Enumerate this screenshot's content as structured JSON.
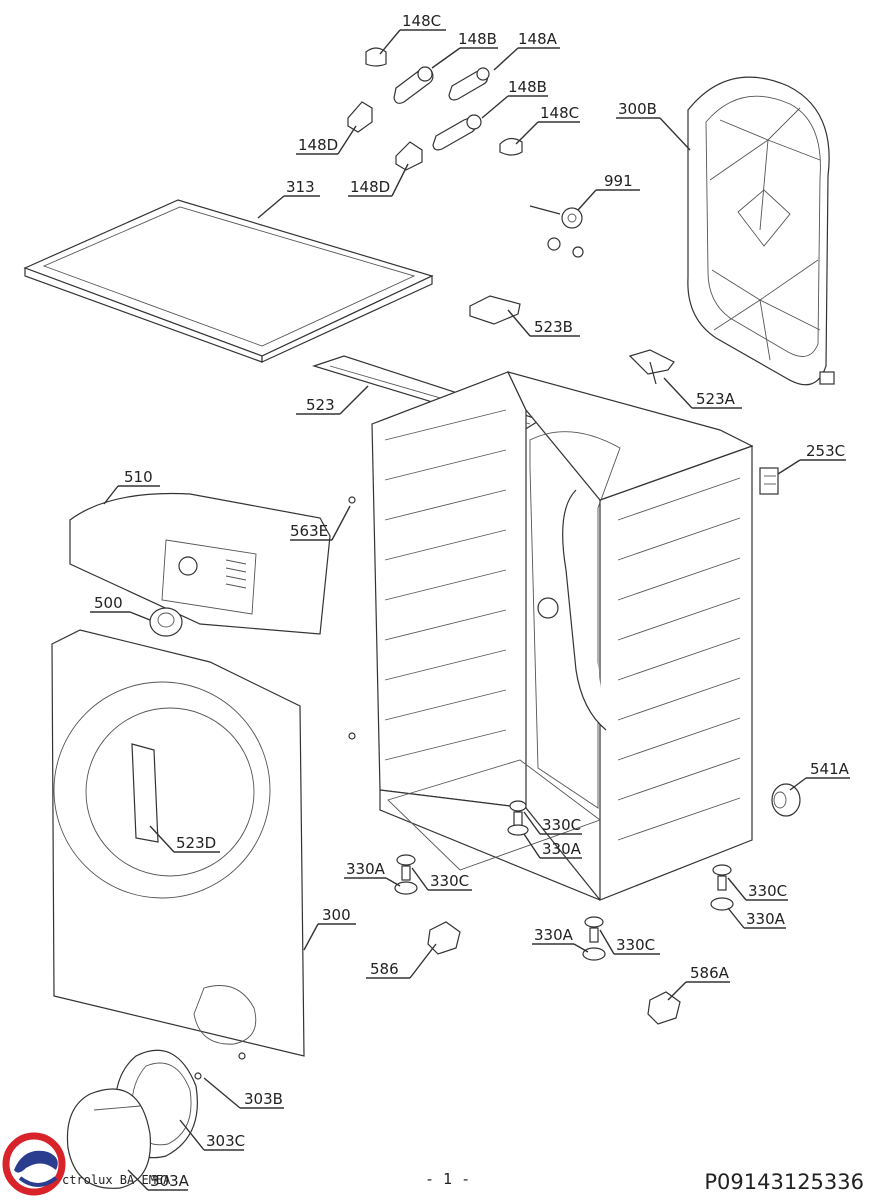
{
  "labels": {
    "l148C_top": "148C",
    "l148B_top": "148B",
    "l148A": "148A",
    "l148B_mid": "148B",
    "l148C_mid": "148C",
    "l148D_left": "148D",
    "l148D_mid": "148D",
    "l300B": "300B",
    "l313": "313",
    "l991": "991",
    "l523B": "523B",
    "l523": "523",
    "l523A": "523A",
    "l253C": "253C",
    "l510": "510",
    "l563E": "563E",
    "l500": "500",
    "l523D": "523D",
    "l541A": "541A",
    "l330C_a": "330C",
    "l330A_a": "330A",
    "l330A_b": "330A",
    "l330C_b": "330C",
    "l330C_c": "330C",
    "l330A_c": "330A",
    "l300": "300",
    "l330A_d": "330A",
    "l330C_d": "330C",
    "l586": "586",
    "l586A": "586A",
    "l303B": "303B",
    "l303C": "303C",
    "l303A": "303A"
  },
  "footer": {
    "left": "ctrolux BA EMEA",
    "page": "- 1 -",
    "code": "P09143125336"
  },
  "logo_colors": {
    "red": "#d8232a",
    "blue": "#2a3d8f"
  }
}
